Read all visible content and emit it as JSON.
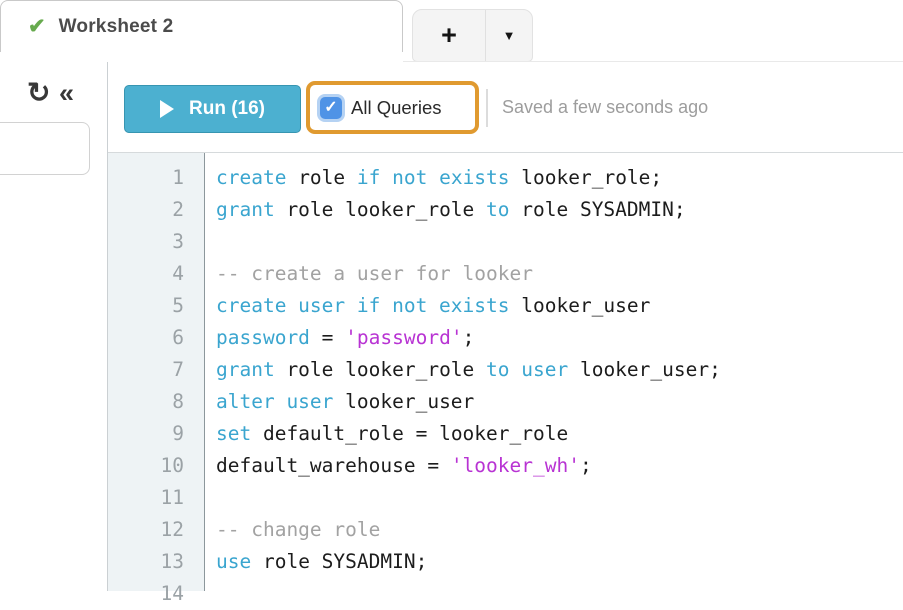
{
  "colors": {
    "accent": "#4cb0d0",
    "annotation": "#e09a30",
    "kw": "#3aa5cf",
    "str": "#b833d3",
    "comment": "#a2a2a2",
    "check-green": "#67aa4e",
    "checkbox-blue": "#4f93e6"
  },
  "tab_bar": {
    "active_tab": {
      "label": "Worksheet 2",
      "status_icon": "green-checkmark",
      "check_glyph": "✔"
    },
    "new_tab_label": "+",
    "tab_menu_glyph": "▼"
  },
  "sidebar": {
    "refresh_glyph": "↻",
    "collapse_glyph": "«"
  },
  "toolbar": {
    "run_label": "Run (16)",
    "all_queries_label": "All Queries",
    "all_queries_checked": true,
    "check_glyph": "✓",
    "saved_status": "Saved a few seconds ago"
  },
  "editor": {
    "language": "sql",
    "lines": [
      {
        "num": 1,
        "tokens": [
          {
            "t": "create",
            "c": "kw"
          },
          {
            "t": " role ",
            "c": "pl"
          },
          {
            "t": "if not exists",
            "c": "kw"
          },
          {
            "t": " looker_role;",
            "c": "pl"
          }
        ]
      },
      {
        "num": 2,
        "tokens": [
          {
            "t": "grant",
            "c": "kw"
          },
          {
            "t": " role looker_role ",
            "c": "pl"
          },
          {
            "t": "to",
            "c": "kw"
          },
          {
            "t": " role SYSADMIN;",
            "c": "pl"
          }
        ]
      },
      {
        "num": 3,
        "tokens": []
      },
      {
        "num": 4,
        "tokens": [
          {
            "t": "-- create a user for looker",
            "c": "cm"
          }
        ]
      },
      {
        "num": 5,
        "tokens": [
          {
            "t": "create user if not exists",
            "c": "kw"
          },
          {
            "t": " looker_user",
            "c": "pl"
          }
        ]
      },
      {
        "num": 6,
        "tokens": [
          {
            "t": "password",
            "c": "kw"
          },
          {
            "t": " = ",
            "c": "pl"
          },
          {
            "t": "'password'",
            "c": "str"
          },
          {
            "t": ";",
            "c": "pl"
          }
        ]
      },
      {
        "num": 7,
        "tokens": [
          {
            "t": "grant",
            "c": "kw"
          },
          {
            "t": " role looker_role ",
            "c": "pl"
          },
          {
            "t": "to user",
            "c": "kw"
          },
          {
            "t": " looker_user;",
            "c": "pl"
          }
        ]
      },
      {
        "num": 8,
        "tokens": [
          {
            "t": "alter user",
            "c": "kw"
          },
          {
            "t": " looker_user",
            "c": "pl"
          }
        ]
      },
      {
        "num": 9,
        "tokens": [
          {
            "t": "set",
            "c": "kw"
          },
          {
            "t": " default_role = looker_role",
            "c": "pl"
          }
        ]
      },
      {
        "num": 10,
        "tokens": [
          {
            "t": "default_warehouse = ",
            "c": "pl"
          },
          {
            "t": "'looker_wh'",
            "c": "str"
          },
          {
            "t": ";",
            "c": "pl"
          }
        ]
      },
      {
        "num": 11,
        "tokens": []
      },
      {
        "num": 12,
        "tokens": [
          {
            "t": "-- change role",
            "c": "cm"
          }
        ]
      },
      {
        "num": 13,
        "tokens": [
          {
            "t": "use",
            "c": "kw"
          },
          {
            "t": " role SYSADMIN;",
            "c": "pl"
          }
        ]
      },
      {
        "num": 14,
        "tokens": []
      }
    ]
  }
}
